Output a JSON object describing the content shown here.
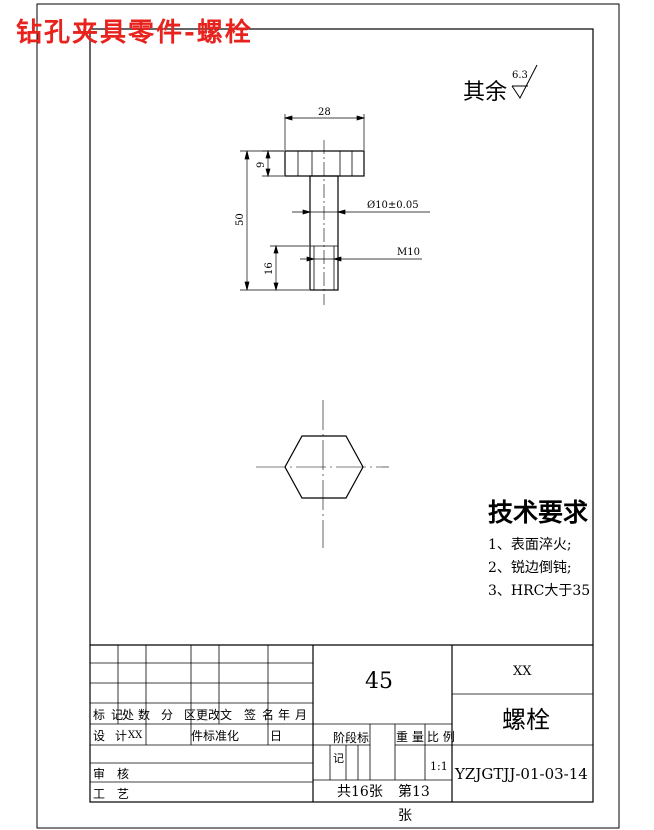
{
  "document": {
    "title": "钻孔夹具零件-螺栓"
  },
  "surface_finish": {
    "label": "其余",
    "value": "6.3"
  },
  "dimensions": {
    "head_width": "28",
    "head_height": "9",
    "overall_length": "50",
    "thread_length": "16",
    "shaft_diameter": "Ø10±0.05",
    "thread_size": "M10"
  },
  "tech_requirements": {
    "heading": "技术要求",
    "items": [
      "1、表面淬火;",
      "2、锐边倒钝;",
      "3、HRC大于35"
    ]
  },
  "title_block": {
    "material": "45",
    "company": "XX",
    "part_name": "螺栓",
    "drawing_number": "YZJGTJJ-01-03-14",
    "scale": "1:1",
    "sheet_info": "共16张",
    "sheet_of": "第13",
    "sheet_suffix": "张",
    "revision_labels": [
      "标",
      "记",
      "处",
      "数",
      "分",
      "区",
      "更改文",
      "签",
      "名",
      "年",
      "月"
    ],
    "design_label": "设",
    "design_label2": "计",
    "designer": "XX",
    "standard_label": "件标准化",
    "standard_label_prefix": "件",
    "date_label": "日",
    "review_label": "审",
    "review_label2": "核",
    "process_label": "工",
    "process_label2": "艺",
    "stage_label": "阶段标",
    "stage_sub": "记",
    "weight_label": "重 量",
    "scale_label": "比 例"
  }
}
